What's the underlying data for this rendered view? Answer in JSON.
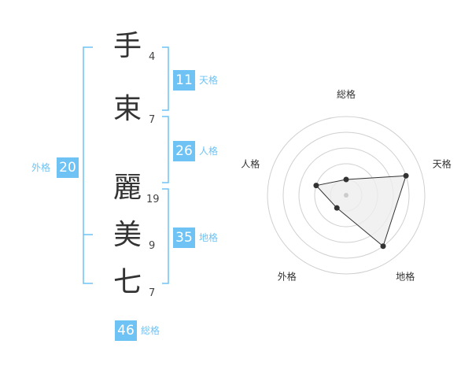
{
  "name": {
    "chars": [
      {
        "char": "手",
        "strokes": "4"
      },
      {
        "char": "束",
        "strokes": "7"
      },
      {
        "char": "麗",
        "strokes": "19"
      },
      {
        "char": "美",
        "strokes": "9"
      },
      {
        "char": "七",
        "strokes": "7"
      }
    ]
  },
  "fortune": {
    "tenkaku": {
      "value": "11",
      "label": "天格"
    },
    "jinkaku": {
      "value": "26",
      "label": "人格"
    },
    "chikaku": {
      "value": "35",
      "label": "地格"
    },
    "gaikaku": {
      "value": "20",
      "label": "外格"
    },
    "soukaku": {
      "value": "46",
      "label": "総格"
    }
  },
  "colors": {
    "accent": "#6ec3f4",
    "radar_fill": "#eeeeee",
    "radar_line": "#333333",
    "grid": "#d0d0d0"
  },
  "chart_data": {
    "type": "radar",
    "axes": [
      "総格",
      "天格",
      "地格",
      "外格",
      "人格"
    ],
    "values": [
      1,
      4,
      4,
      1,
      2
    ],
    "max": 5
  }
}
